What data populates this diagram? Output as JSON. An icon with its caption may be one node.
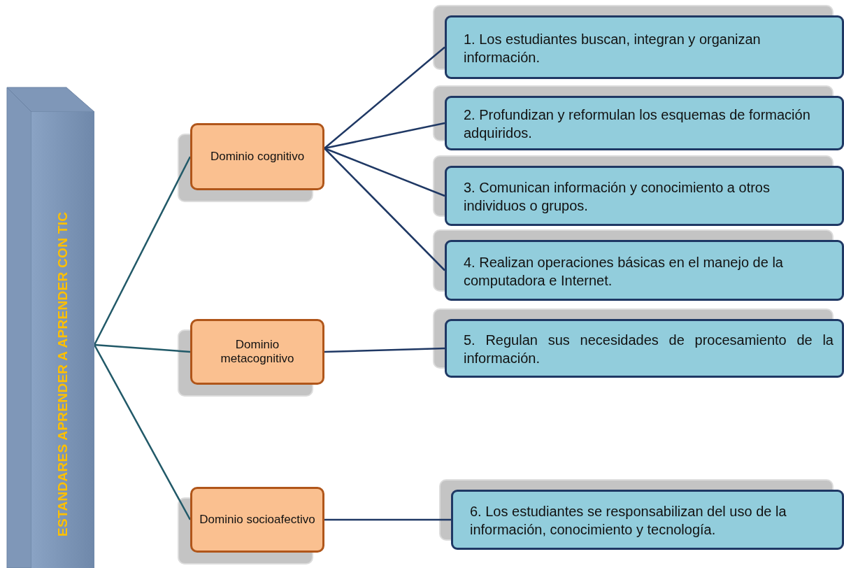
{
  "diagram": {
    "nodes": [
      {
        "text": [
          "ESTANDARES APRENDER A APRENDER CON TIC"
        ]
      },
      {
        "text": [
          "Dominio cognitivo"
        ]
      },
      {
        "text": [
          "1. Los estudiantes buscan, integran y organizan información."
        ]
      },
      {
        "text": [
          "2. Profundizan y reformulan los esquemas de formación adquiridos."
        ]
      },
      {
        "text": [
          "3. Comunican información y conocimiento a otros individuos o grupos."
        ]
      },
      {
        "text": [
          "4. Realizan operaciones básicas en el manejo de la computadora e Internet."
        ]
      },
      {
        "text": [
          "Dominio metacognitivo"
        ]
      },
      {
        "text": [
          "5. Regulan sus necesidades de procesamiento de la información."
        ]
      },
      {
        "text": [
          "Dominio socioafectivo"
        ]
      },
      {
        "text": [
          "6. Los estudiantes se responsabilizan del uso de la información, conocimiento y tecnología."
        ]
      }
    ],
    "edges": [
      {
        "from": 0,
        "to": 1,
        "arrow": "none"
      },
      {
        "from": 0,
        "to": 6,
        "arrow": "none"
      },
      {
        "from": 0,
        "to": 8,
        "arrow": "none"
      },
      {
        "from": 1,
        "to": 2,
        "arrow": "none",
        "color": "#1f3864"
      },
      {
        "from": 1,
        "to": 3,
        "arrow": "none",
        "color": "#1f3864"
      },
      {
        "from": 1,
        "to": 4,
        "arrow": "none",
        "color": "#1f3864"
      },
      {
        "from": 1,
        "to": 5,
        "arrow": "none",
        "color": "#1f3864"
      },
      {
        "from": 6,
        "to": 7,
        "arrow": "none",
        "color": "#1f3864"
      },
      {
        "from": 8,
        "to": 9,
        "arrow": "none",
        "color": "#1f3864"
      }
    ]
  }
}
